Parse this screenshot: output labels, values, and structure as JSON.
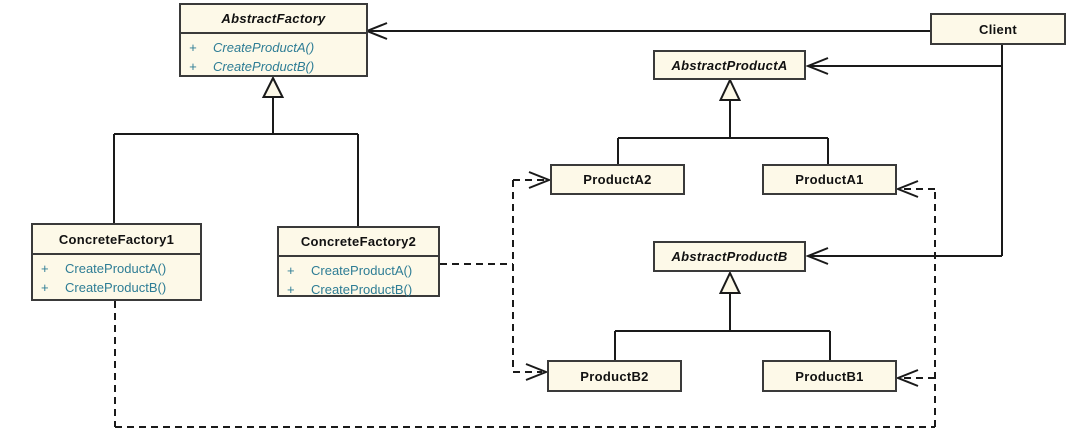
{
  "colors": {
    "node_fill": "#fdf9e8",
    "node_border": "#3a3a3a",
    "title_text": "#111111",
    "method_text": "#2e7d95",
    "edge_line": "#1a1a1a",
    "background": "#ffffff"
  },
  "classes": {
    "abstract_factory": {
      "name": "AbstractFactory",
      "abstract": true,
      "methods": [
        {
          "vis": "+",
          "sig": "CreateProductA()"
        },
        {
          "vis": "+",
          "sig": "CreateProductB()"
        }
      ]
    },
    "concrete_factory1": {
      "name": "ConcreteFactory1",
      "abstract": false,
      "methods": [
        {
          "vis": "+",
          "sig": "CreateProductA()"
        },
        {
          "vis": "+",
          "sig": "CreateProductB()"
        }
      ]
    },
    "concrete_factory2": {
      "name": "ConcreteFactory2",
      "abstract": false,
      "methods": [
        {
          "vis": "+",
          "sig": "CreateProductA()"
        },
        {
          "vis": "+",
          "sig": "CreateProductB()"
        }
      ]
    },
    "client": {
      "name": "Client",
      "abstract": false
    },
    "abstract_product_a": {
      "name": "AbstractProductA",
      "abstract": true
    },
    "product_a2": {
      "name": "ProductA2",
      "abstract": false
    },
    "product_a1": {
      "name": "ProductA1",
      "abstract": false
    },
    "abstract_product_b": {
      "name": "AbstractProductB",
      "abstract": true
    },
    "product_b2": {
      "name": "ProductB2",
      "abstract": false
    },
    "product_b1": {
      "name": "ProductB1",
      "abstract": false
    }
  },
  "relations": [
    {
      "from": "ConcreteFactory1",
      "to": "AbstractFactory",
      "type": "generalization"
    },
    {
      "from": "ConcreteFactory2",
      "to": "AbstractFactory",
      "type": "generalization"
    },
    {
      "from": "ProductA2",
      "to": "AbstractProductA",
      "type": "generalization"
    },
    {
      "from": "ProductA1",
      "to": "AbstractProductA",
      "type": "generalization"
    },
    {
      "from": "ProductB2",
      "to": "AbstractProductB",
      "type": "generalization"
    },
    {
      "from": "ProductB1",
      "to": "AbstractProductB",
      "type": "generalization"
    },
    {
      "from": "Client",
      "to": "AbstractFactory",
      "type": "association-arrow"
    },
    {
      "from": "Client",
      "to": "AbstractProductA",
      "type": "association-arrow"
    },
    {
      "from": "Client",
      "to": "AbstractProductB",
      "type": "association-arrow"
    },
    {
      "from": "ConcreteFactory2",
      "to": "ProductA2",
      "type": "dependency-dashed"
    },
    {
      "from": "ConcreteFactory2",
      "to": "ProductB2",
      "type": "dependency-dashed"
    },
    {
      "from": "ConcreteFactory1",
      "to": "ProductA1",
      "type": "dependency-dashed"
    },
    {
      "from": "ConcreteFactory1",
      "to": "ProductB1",
      "type": "dependency-dashed"
    }
  ]
}
